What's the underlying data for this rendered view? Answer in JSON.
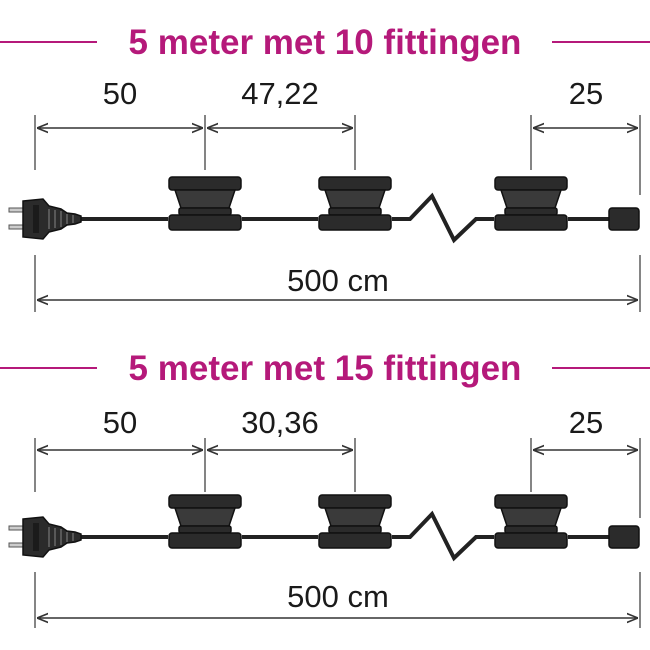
{
  "panels": [
    {
      "title": "5 meter met 10 fittingen",
      "dim_first": "50",
      "dim_spacing": "47,22",
      "dim_last": "25",
      "dim_total": "500 cm"
    },
    {
      "title": "5 meter met 15 fittingen",
      "dim_first": "50",
      "dim_spacing": "30,36",
      "dim_last": "25",
      "dim_total": "500 cm"
    }
  ],
  "colors": {
    "title": "#b5197a",
    "cable": "#222222",
    "socket": "#2b2b2b"
  },
  "icons": [
    "plug-icon",
    "socket-icon",
    "end-cap-icon",
    "coil-break-icon"
  ]
}
